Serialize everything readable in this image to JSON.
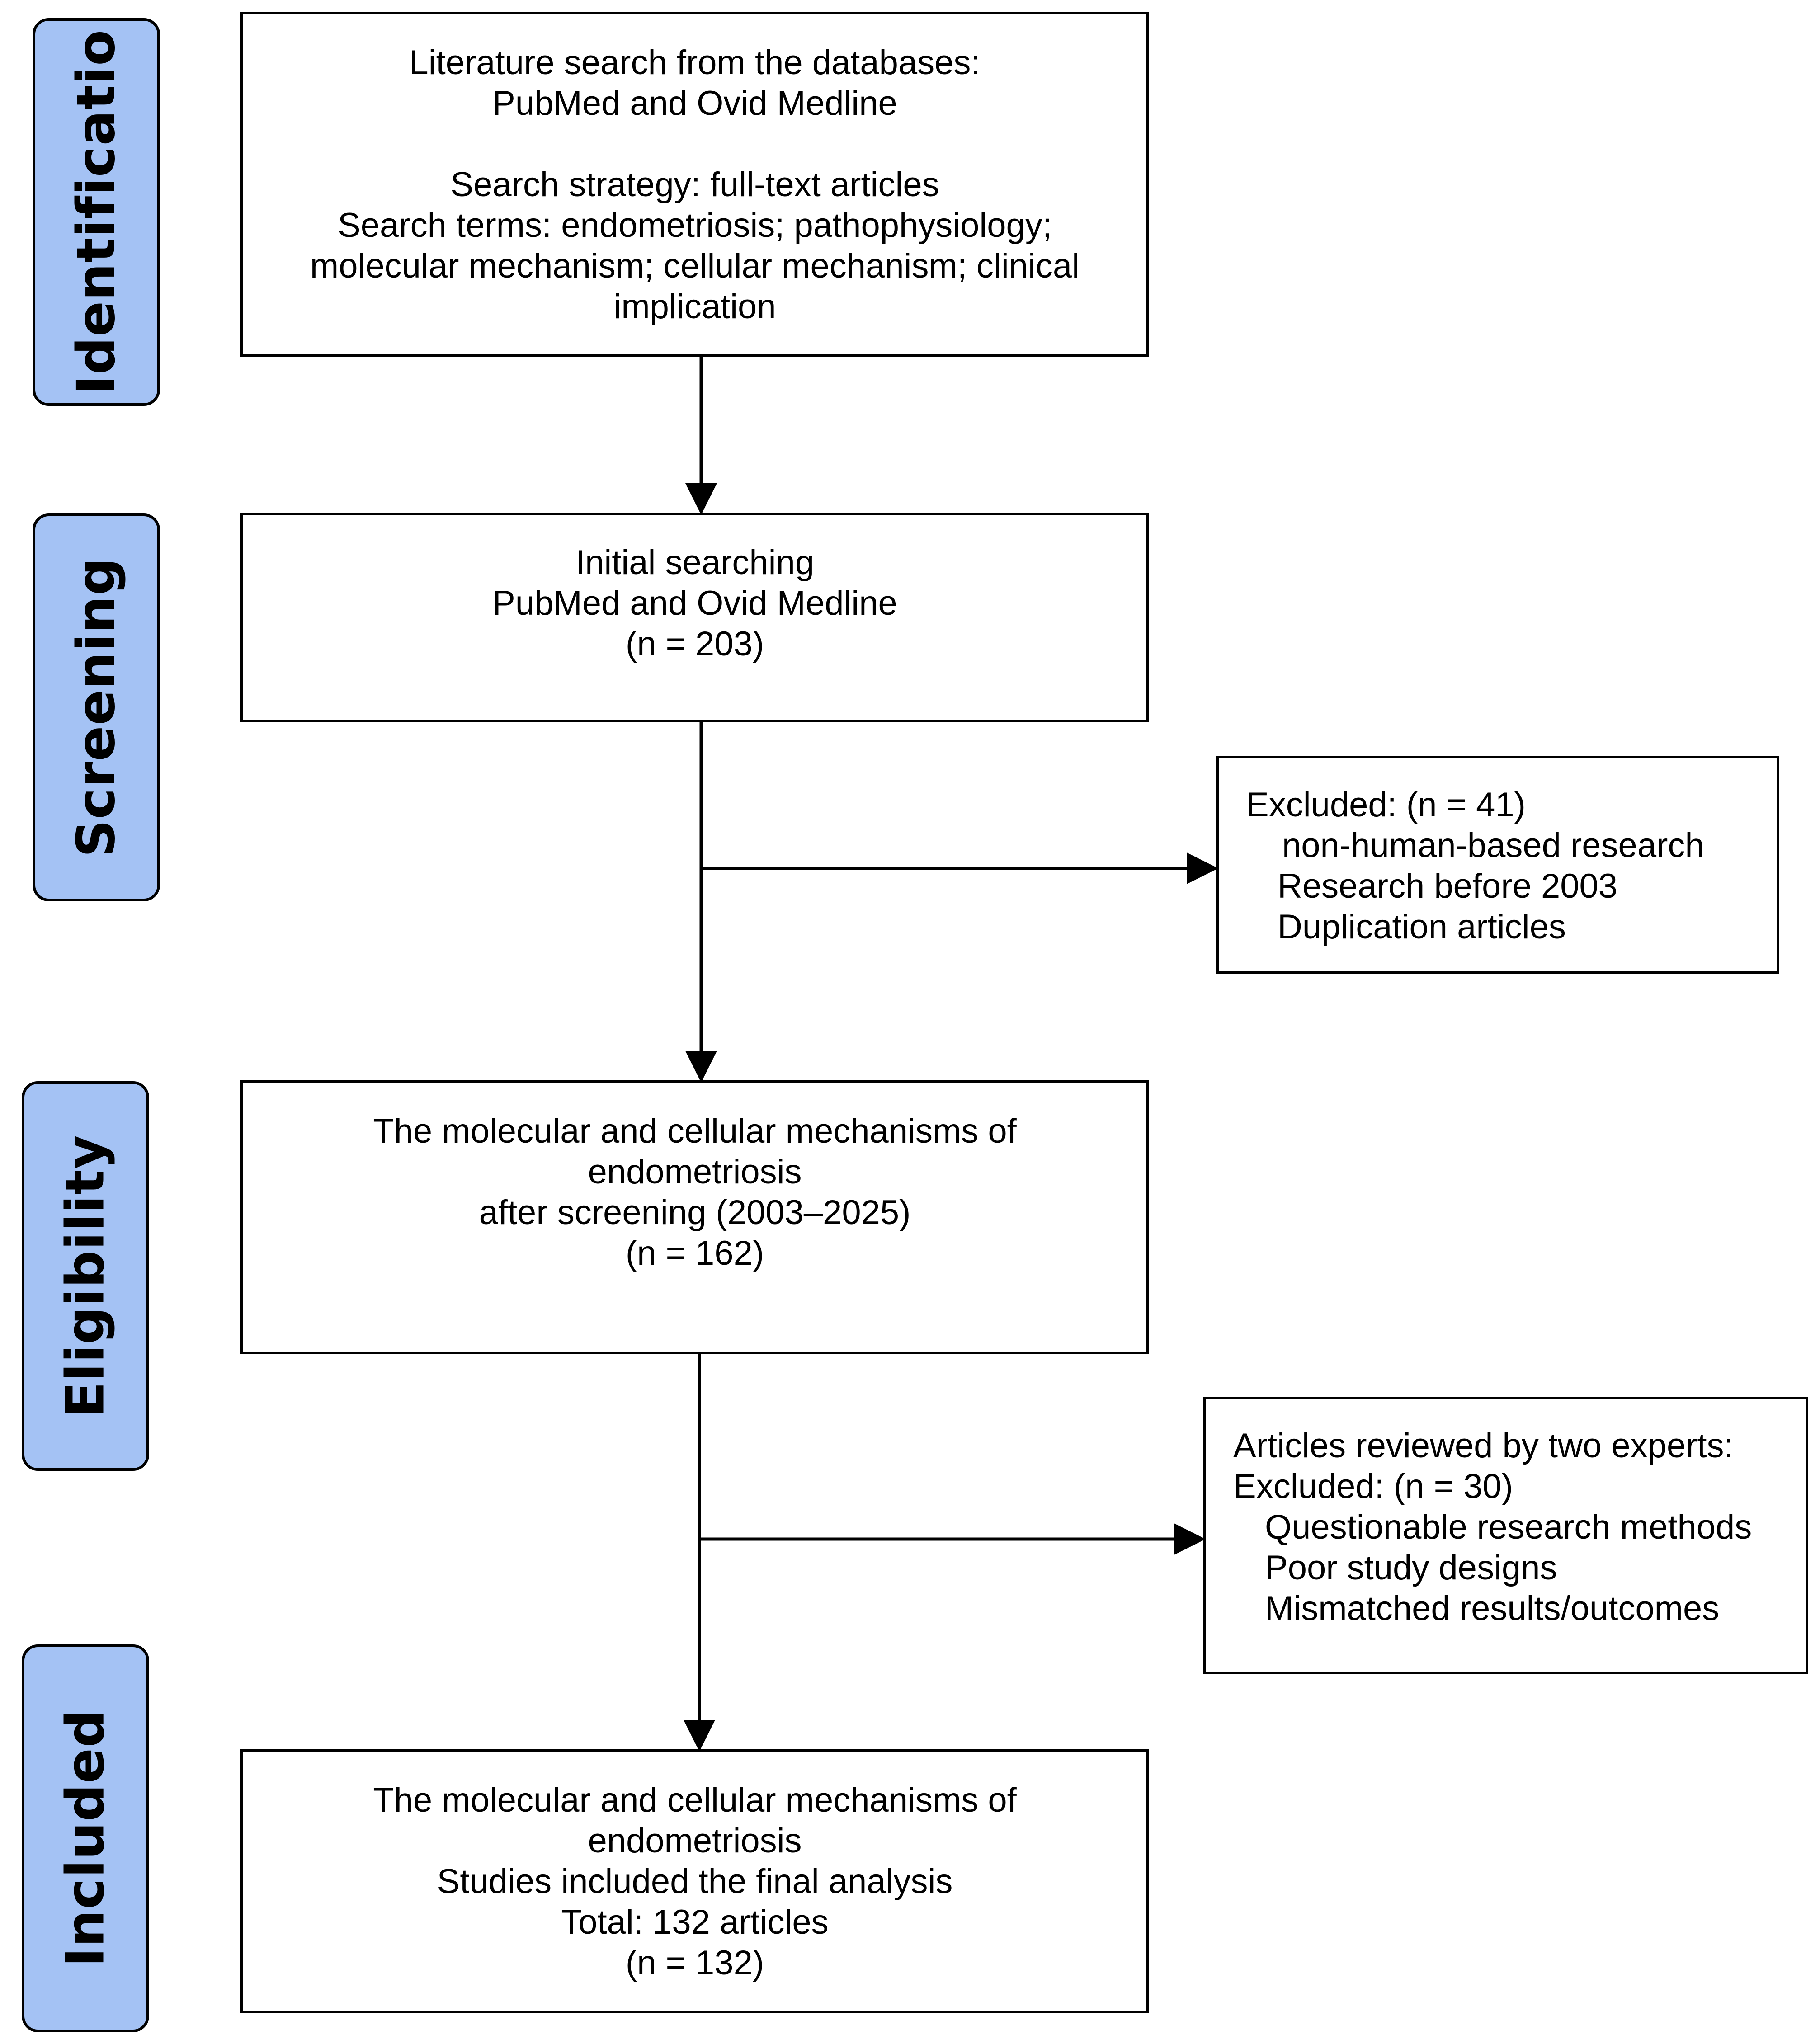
{
  "stages": {
    "identification": "Identificatio",
    "screening": "Screening",
    "eligibility": "Eligibility",
    "included": "Included"
  },
  "boxes": {
    "identification": {
      "lines": [
        "Literature search from the databases:",
        "PubMed and Ovid Medline",
        "",
        "Search strategy: full-text articles",
        "Search terms: endometriosis; pathophysiology;",
        "molecular mechanism; cellular mechanism; clinical",
        "implication"
      ]
    },
    "screening": {
      "lines": [
        "Initial searching",
        "PubMed and Ovid Medline",
        "(n = 203)"
      ]
    },
    "excluded_screening": {
      "header": "Excluded: (n = 41)",
      "items": [
        "non-human-based research",
        "Research before 2003",
        "Duplication articles"
      ]
    },
    "eligibility": {
      "lines": [
        "The molecular and cellular mechanisms of",
        "endometriosis",
        "after screening (2003–2025)",
        "(n = 162)"
      ]
    },
    "excluded_eligibility": {
      "header1": "Articles reviewed by two experts:",
      "header2": "Excluded: (n = 30)",
      "items": [
        "Questionable research methods",
        "Poor study designs",
        "Mismatched results/outcomes"
      ]
    },
    "included": {
      "lines": [
        "The molecular and cellular mechanisms of",
        "endometriosis",
        "Studies included the final analysis",
        "Total: 132 articles",
        "(n = 132)"
      ]
    }
  }
}
